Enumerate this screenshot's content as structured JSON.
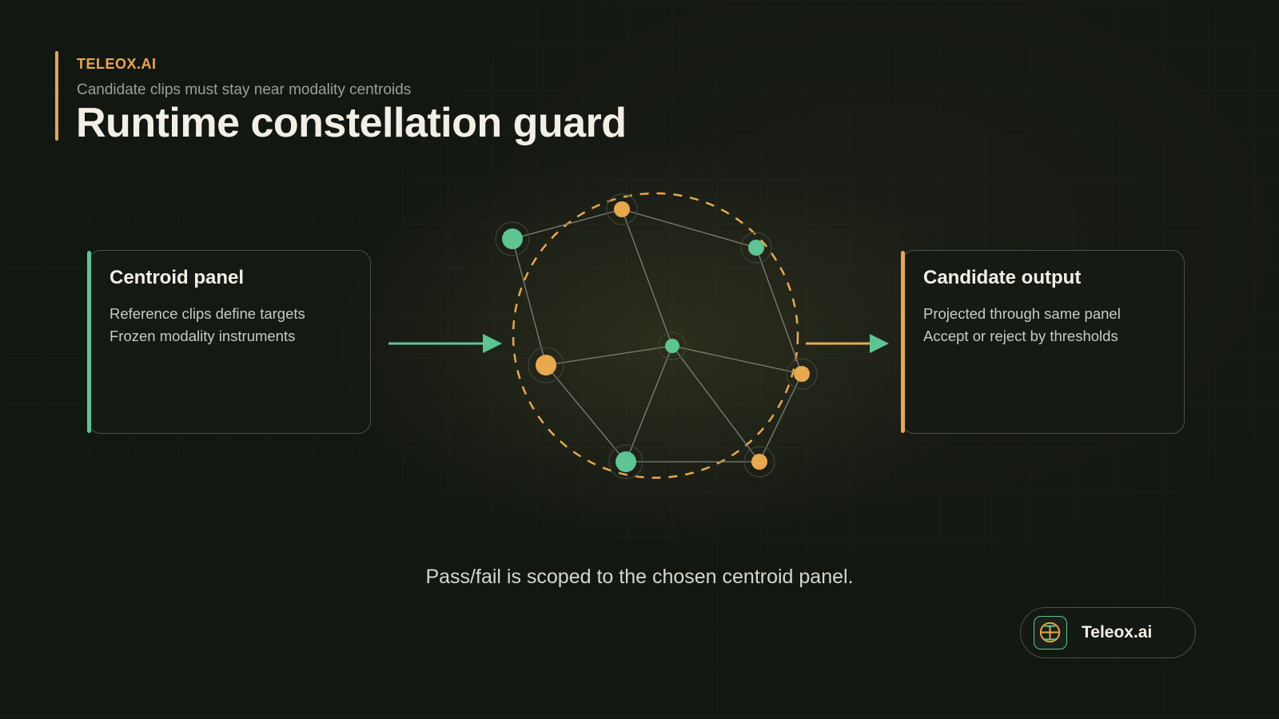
{
  "header": {
    "eyebrow": "TELEOX.AI",
    "subtitle": "Candidate clips must stay near modality centroids",
    "title": "Runtime constellation guard"
  },
  "left_panel": {
    "title": "Centroid panel",
    "lines": [
      "Reference clips define targets",
      "Frozen modality instruments"
    ]
  },
  "right_panel": {
    "title": "Candidate output",
    "lines": [
      "Projected through same panel",
      "Accept or reject by thresholds"
    ]
  },
  "caption": "Pass/fail is scoped to the chosen centroid panel.",
  "brand": {
    "name": "Teleox.ai"
  },
  "colors": {
    "background": "#131712",
    "accent_green": "#5cc592",
    "accent_orange": "#e8a84c",
    "text_primary": "#f3efe4",
    "text_secondary": "#c9cbc1",
    "edge": "#7c8276",
    "panel_border": "#4a5046"
  }
}
